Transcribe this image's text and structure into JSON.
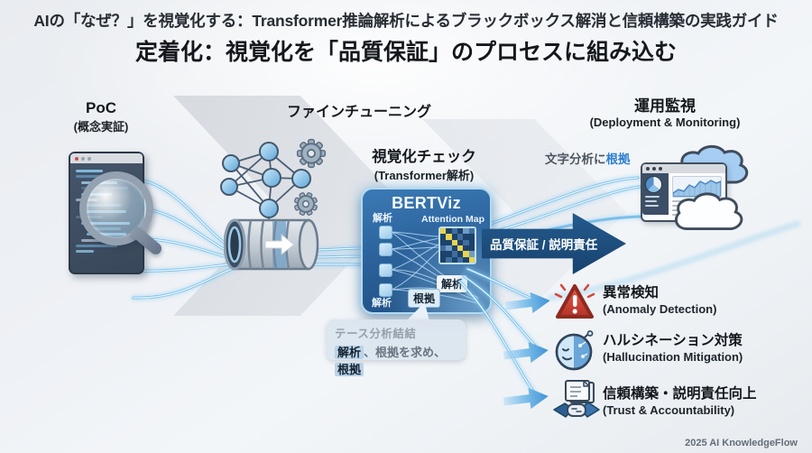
{
  "title": {
    "line1": "AIの「なぜ？」を視覚化する：Transformer推論解析によるブラックボックス解消と信頼構築の実践ガイド",
    "line2": "定着化：視覚化を「品質保証」のプロセスに組み込む"
  },
  "stages": {
    "poc": {
      "label": "PoC",
      "sublabel": "(概念実証)"
    },
    "finetuning": {
      "label": "ファインチューニング"
    },
    "check": {
      "label": "視覚化チェック",
      "sublabel": "(Transformer解析)"
    },
    "monitoring": {
      "label": "運用監視",
      "sublabel": "(Deployment & Monitoring)"
    }
  },
  "bertviz": {
    "title": "BERTViz",
    "attention_map_label": "Attention Map",
    "input_tag_top": "解析",
    "input_tag_bottom": "解析",
    "badge_analysis": "解析",
    "badge_evidence": "根拠"
  },
  "qa_arrow": {
    "label": "品質保証 / 説明責任"
  },
  "monitor_note": {
    "prefix": "文字分析に",
    "highlight": "根拠"
  },
  "callout": {
    "line1": "テース分析結結",
    "seg_highlight1": "解析",
    "seg_middle": "、根拠を求め、",
    "seg_highlight2": "根拠"
  },
  "outcomes": [
    {
      "label": "異常検知",
      "sublabel": "(Anomaly Detection)"
    },
    {
      "label": "ハルシネーション対策",
      "sublabel": "(Hallucination Mitigation)"
    },
    {
      "label": "信頼構築・説明責任向上",
      "sublabel": "(Trust & Accountability)"
    }
  ],
  "footer": {
    "credit": "2025 AI KnowledgeFlow"
  },
  "colors": {
    "accent_blue": "#2e7fd0",
    "navy_arrow": "#1c4d7d",
    "bertviz_bg": "#2e6da8",
    "alert_red": "#d9453a",
    "stream_blue": "#5fb2e8"
  }
}
